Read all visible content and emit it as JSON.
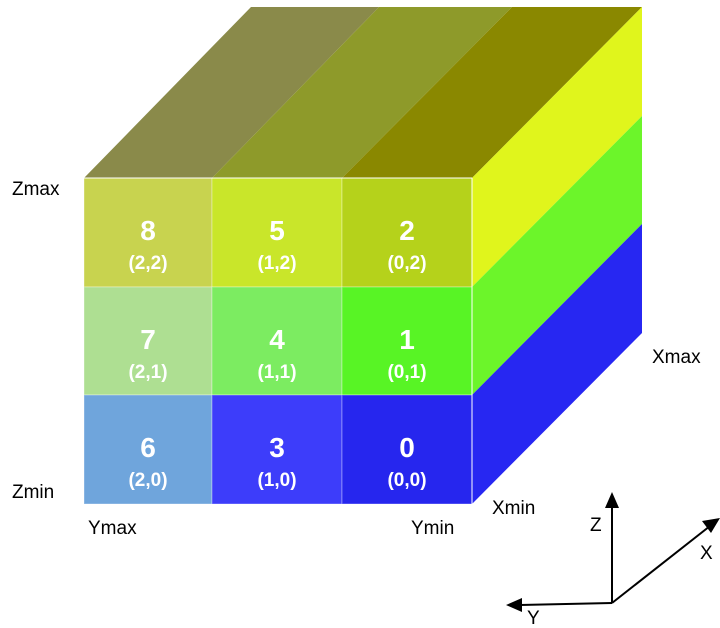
{
  "labels": {
    "zmax": "Zmax",
    "zmin": "Zmin",
    "ymax": "Ymax",
    "ymin": "Ymin",
    "xmax": "Xmax",
    "xmin": "Xmin"
  },
  "axes": {
    "z": "Z",
    "x": "X",
    "y": "Y"
  },
  "cells": [
    {
      "id": "8",
      "coord": "(2,2)",
      "color": "#c8d34f"
    },
    {
      "id": "5",
      "coord": "(1,2)",
      "color": "#c9e62a"
    },
    {
      "id": "2",
      "coord": "(0,2)",
      "color": "#b5d21b"
    },
    {
      "id": "7",
      "coord": "(2,1)",
      "color": "#aedf92"
    },
    {
      "id": "4",
      "coord": "(1,1)",
      "color": "#7cec61"
    },
    {
      "id": "1",
      "coord": "(0,1)",
      "color": "#58f425"
    },
    {
      "id": "6",
      "coord": "(2,0)",
      "color": "#6fa5dc"
    },
    {
      "id": "3",
      "coord": "(1,0)",
      "color": "#3d3dfa"
    },
    {
      "id": "0",
      "coord": "(0,0)",
      "color": "#2626ee"
    }
  ],
  "colors": {
    "top_left": "#8a8a4a",
    "top_mid": "#8e9a2a",
    "top_right": "#8a8800",
    "side_yellow": "#e0f51c",
    "side_green": "#6cf52a",
    "side_blue": "#2727f2"
  }
}
